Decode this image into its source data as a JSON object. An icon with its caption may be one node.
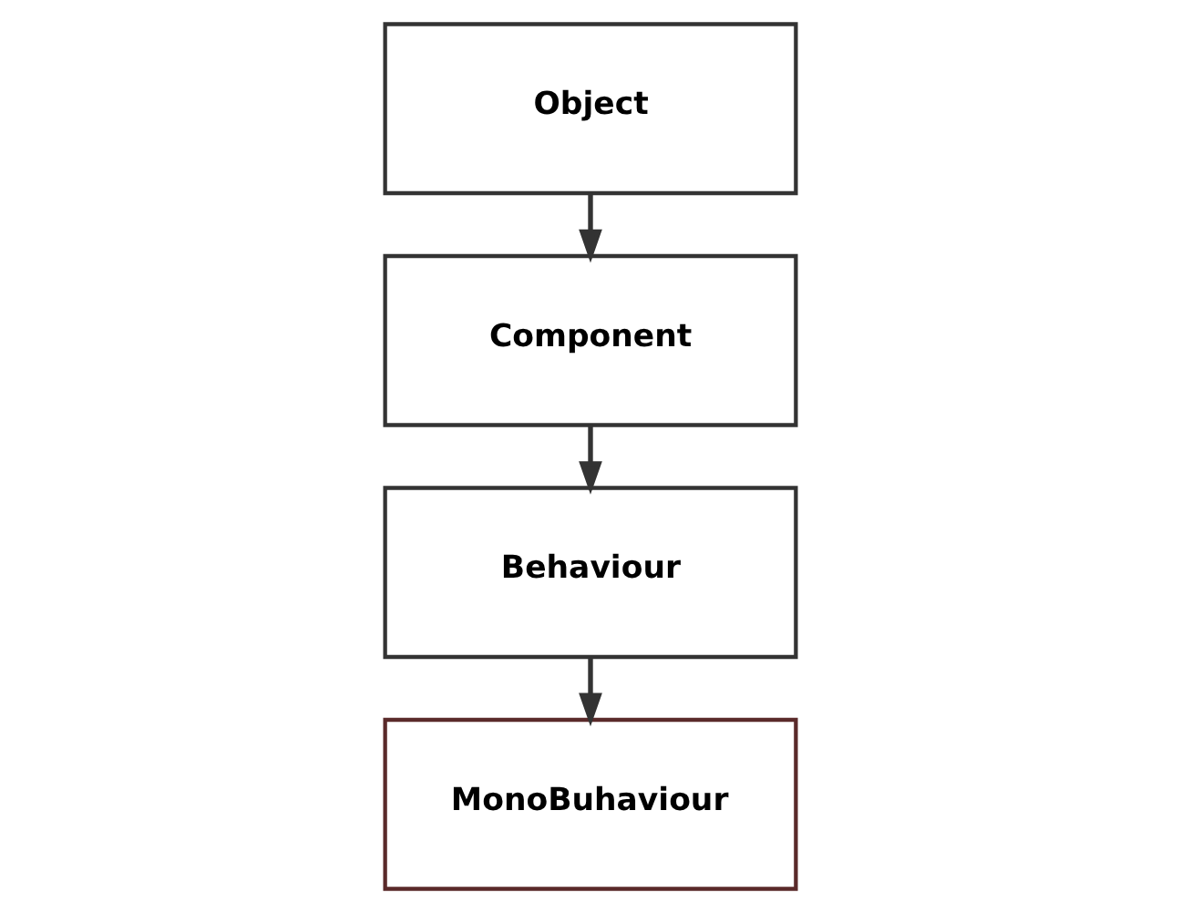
{
  "diagram": {
    "nodes": [
      {
        "text": [
          "Object"
        ]
      },
      {
        "text": [
          "Component"
        ]
      },
      {
        "text": [
          "Behaviour"
        ]
      },
      {
        "text": [
          "MonoBuhaviour"
        ]
      }
    ],
    "edges": [
      {
        "from": 0,
        "to": 1,
        "arrow": "to"
      },
      {
        "from": 1,
        "to": 2,
        "arrow": "to"
      },
      {
        "from": 2,
        "to": 3,
        "arrow": "to"
      }
    ]
  }
}
